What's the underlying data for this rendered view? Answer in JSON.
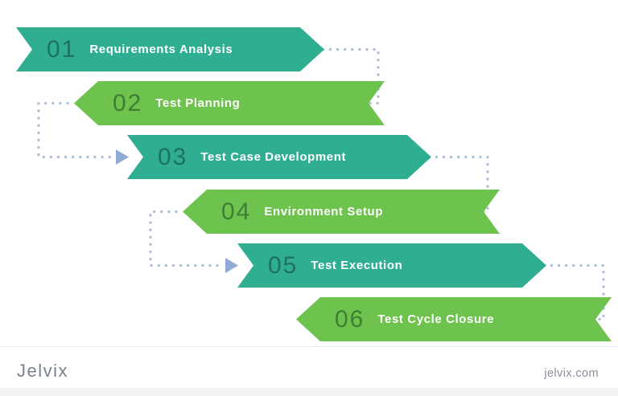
{
  "title": "Software Testing Life Cycle flow diagram",
  "steps": [
    {
      "number": "01",
      "label": "Requirements Analysis",
      "variant": "teal"
    },
    {
      "number": "02",
      "label": "Test Planning",
      "variant": "green"
    },
    {
      "number": "03",
      "label": "Test Case Development",
      "variant": "teal"
    },
    {
      "number": "04",
      "label": "Environment Setup",
      "variant": "green"
    },
    {
      "number": "05",
      "label": "Test Execution",
      "variant": "teal"
    },
    {
      "number": "06",
      "label": "Test Cycle Closure",
      "variant": "green"
    }
  ],
  "footer": {
    "logo": "Jelvix",
    "website": "jelvix.com"
  },
  "colors": {
    "banner_teal": "#2FAE91",
    "banner_green": "#6EC24E",
    "number_on_teal": "#1E7165",
    "number_on_green": "#3E7E33",
    "label_text": "#FFFFFF",
    "connector_dots": "#A8BCD9",
    "connector_arrowhead": "#92ABD6",
    "logo_text": "#77818F",
    "website_text": "#8A919C",
    "background": "#FFFFFF",
    "bottom_strip": "#F2F3F1",
    "divider": "#ECECEC"
  }
}
